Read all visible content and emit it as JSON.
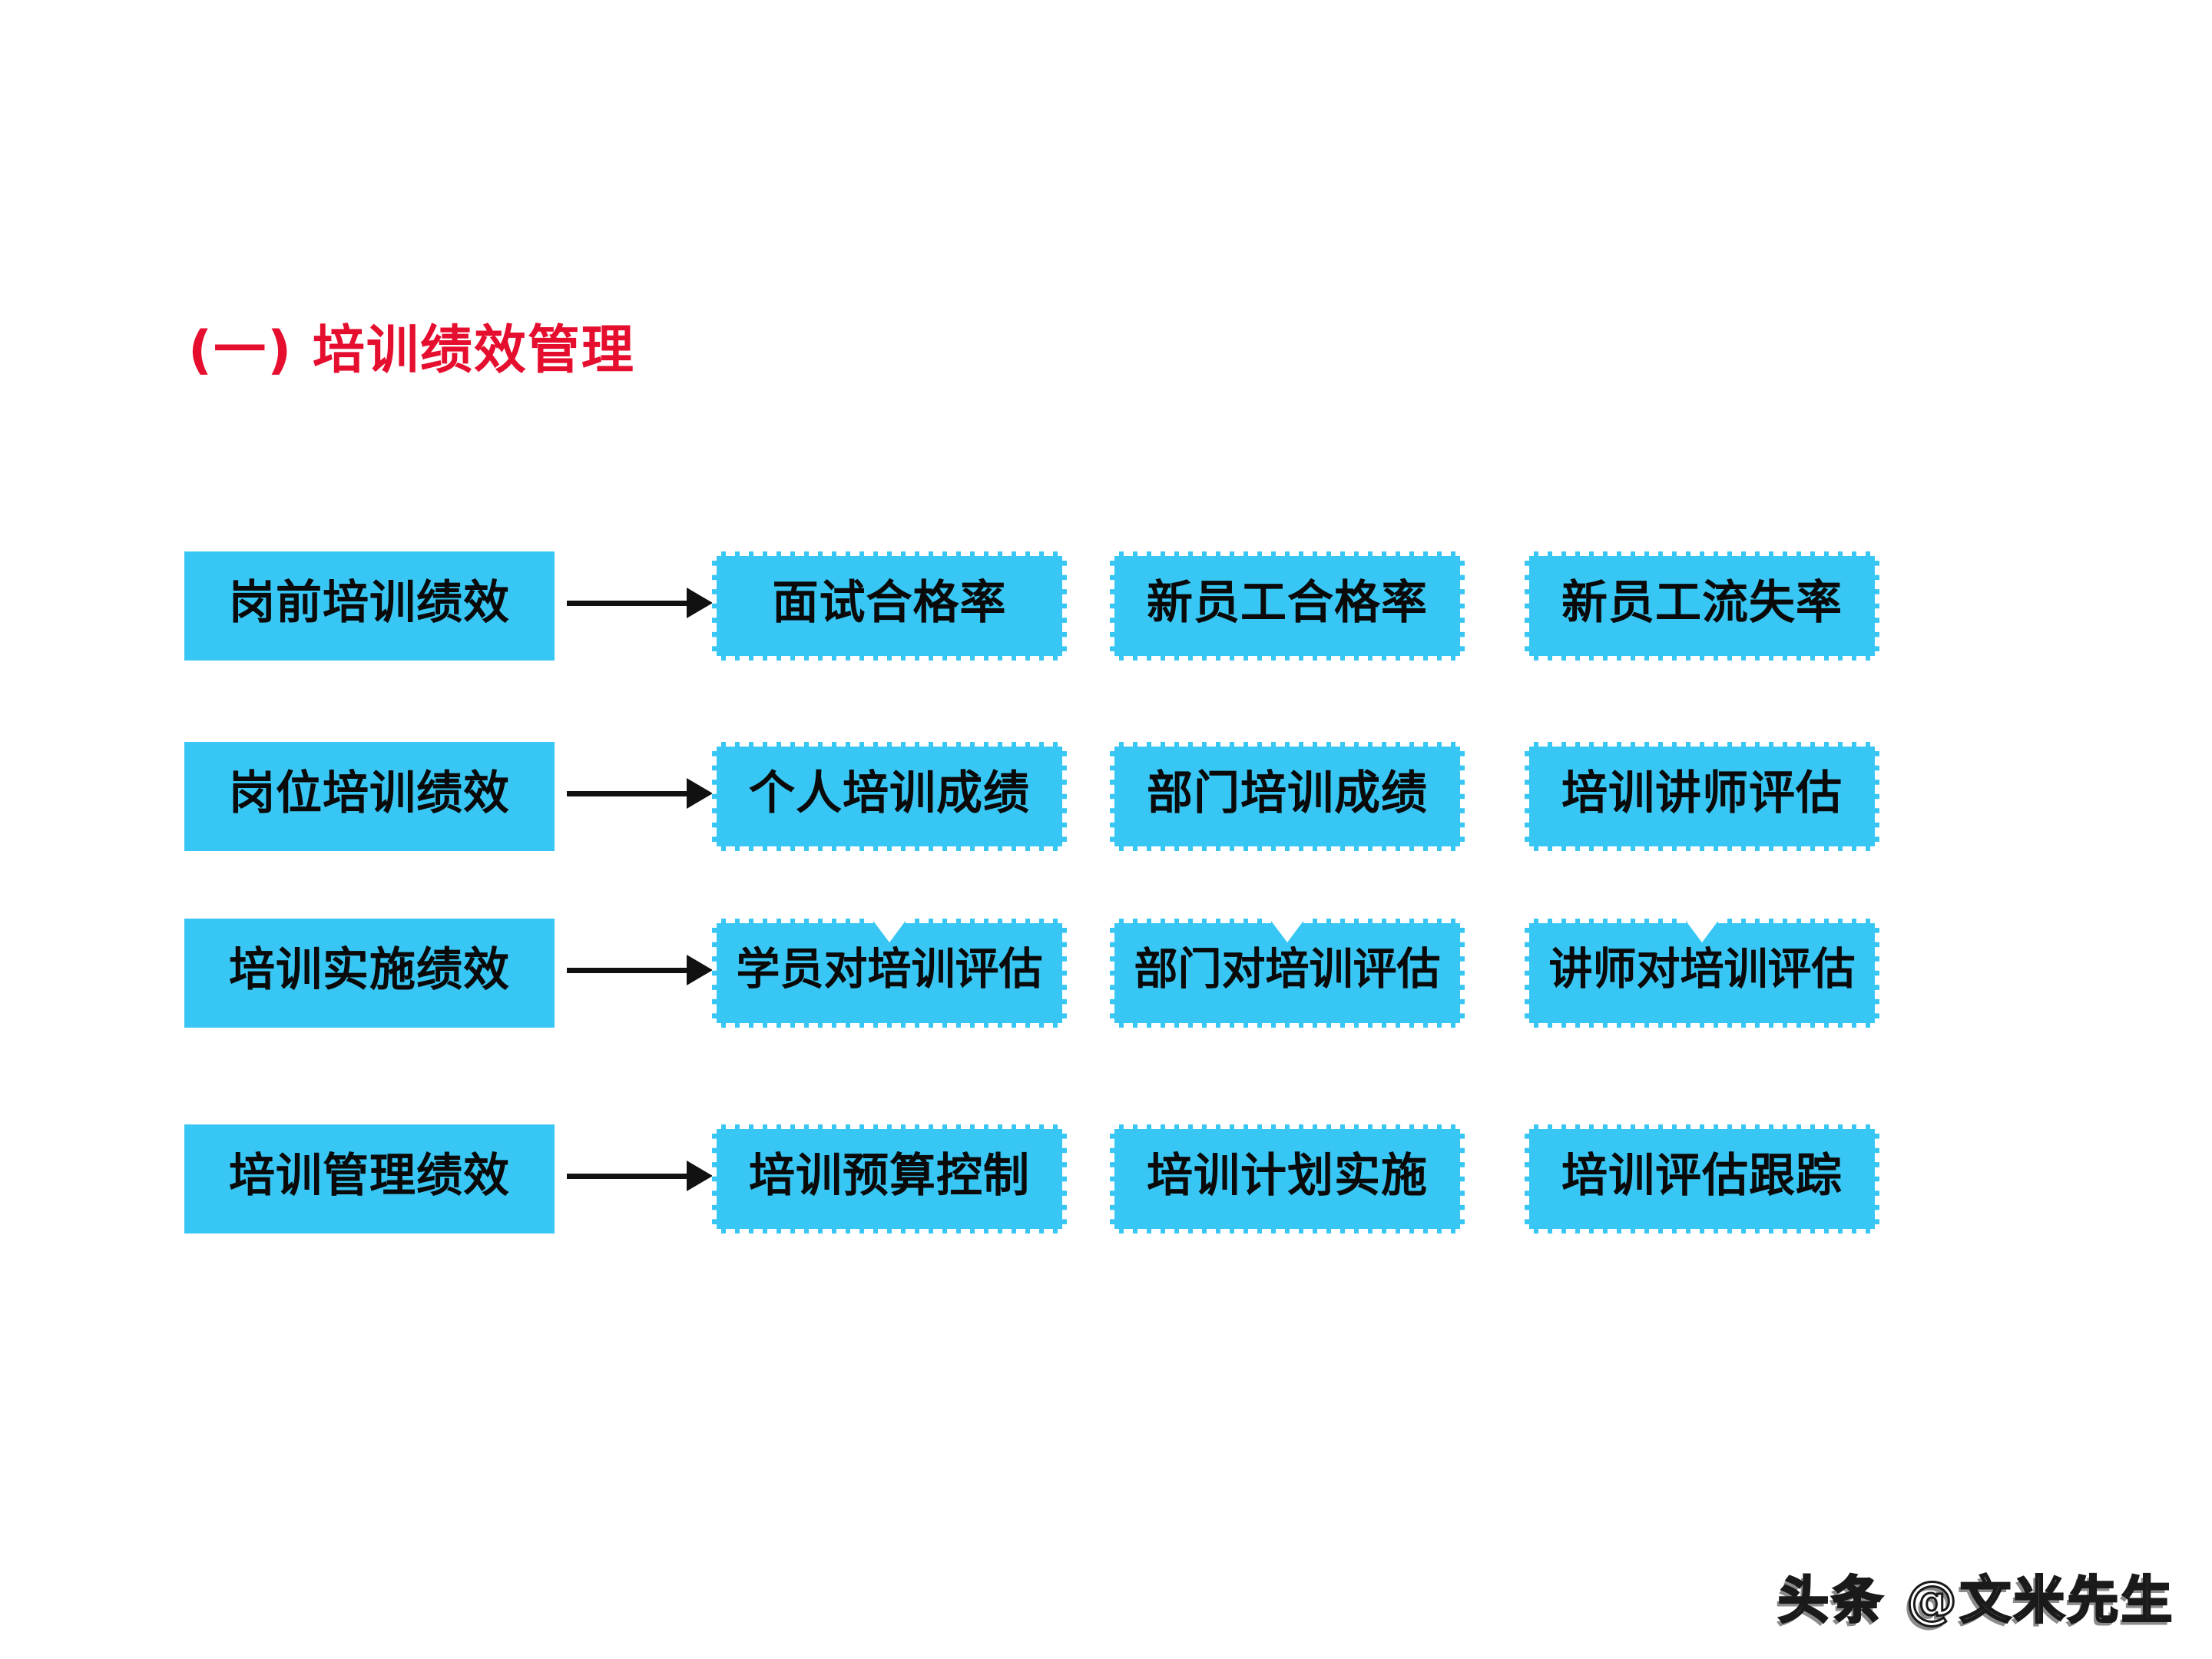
{
  "title": {
    "text": "(一) 培训绩效管理",
    "color": "#e60e2e"
  },
  "diagram": {
    "colors": {
      "box_fill": "#38c7f4",
      "box_dash_border": "#ffffff",
      "box_text": "#0a0a0a",
      "arrow": "#111111"
    },
    "rows": [
      {
        "source": "岗前培训绩效",
        "targets": [
          "面试合格率",
          "新员工合格率",
          "新员工流失率"
        ]
      },
      {
        "source": "岗位培训绩效",
        "targets": [
          "个人培训成绩",
          "部门培训成绩",
          "培训讲师评估"
        ]
      },
      {
        "source": "培训实施绩效",
        "targets": [
          "学员对培训评估",
          "部门对培训评估",
          "讲师对培训评估"
        ]
      },
      {
        "source": "培训管理绩效",
        "targets": [
          "培训预算控制",
          "培训计划实施",
          "培训评估跟踪"
        ]
      }
    ]
  },
  "watermark": {
    "text": "头条 @文米先生"
  }
}
